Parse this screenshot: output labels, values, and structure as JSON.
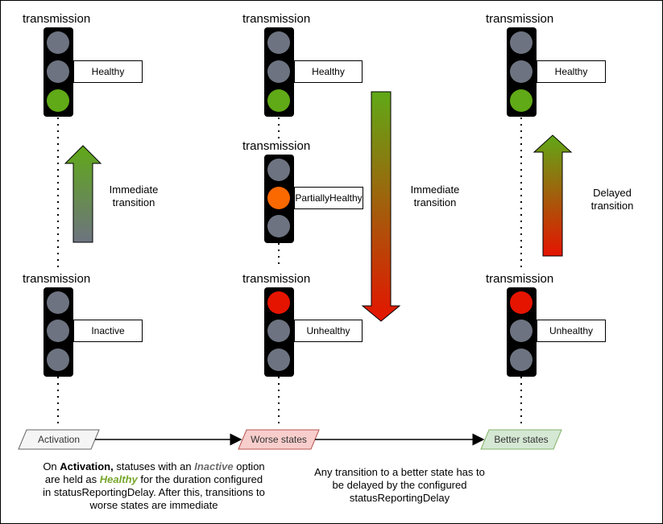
{
  "columns": [
    {
      "id": "activation-col",
      "stacks": [
        {
          "title": "transmission",
          "status": "Healthy",
          "lit": "green"
        },
        {
          "title": "transmission",
          "status": "Inactive",
          "lit": "none"
        }
      ],
      "arrow_label": [
        "Immediate",
        "transition"
      ]
    },
    {
      "id": "worse-col",
      "stacks": [
        {
          "title": "transmission",
          "status": "Healthy",
          "lit": "green"
        },
        {
          "title": "transmission",
          "status": "PartiallyHealthy",
          "lit": "orange"
        },
        {
          "title": "transmission",
          "status": "Unhealthy",
          "lit": "red"
        }
      ],
      "arrow_label": [
        "Immediate",
        "transition"
      ]
    },
    {
      "id": "better-col",
      "stacks": [
        {
          "title": "transmission",
          "status": "Healthy",
          "lit": "green"
        },
        {
          "title": "transmission",
          "status": "Unhealthy",
          "lit": "red"
        }
      ],
      "arrow_label": [
        "Delayed",
        "transition"
      ]
    }
  ],
  "flow": {
    "activation": "Activation",
    "worse": "Worse states",
    "better": "Better states"
  },
  "notes": {
    "left": {
      "part1": "On ",
      "activation": "Activation,",
      "part2": " statuses with an ",
      "inactive": "Inactive",
      "part3": " option",
      "line2a": "are held as ",
      "healthy": "Healthy",
      "line2b": " for the duration configured",
      "line3": "in statusReportingDelay. After this, transitions to",
      "line4": "worse states are immediate"
    },
    "right": {
      "line1": "Any transition to a better state has to",
      "line2": "be delayed by the configured",
      "line3": "statusReportingDelay"
    }
  },
  "colors": {
    "light_off": "#6d7380",
    "green": "#60a917",
    "orange": "#fa6800",
    "red": "#e51400",
    "activation_fill": "#f5f5f5",
    "worse_fill": "#f8cecc",
    "better_fill": "#d5e8d4"
  }
}
